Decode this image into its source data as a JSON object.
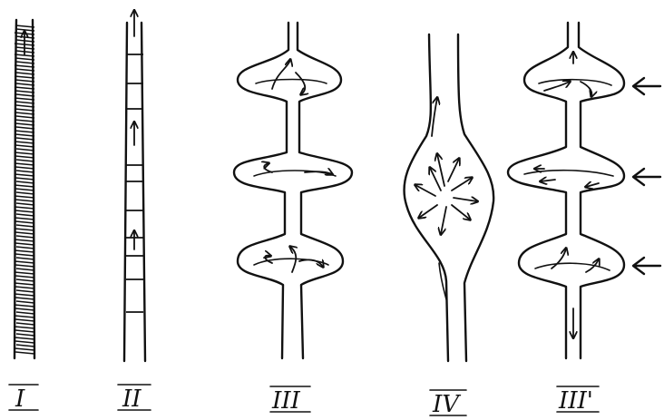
{
  "figure": {
    "stages": [
      {
        "id": "I",
        "label": "I"
      },
      {
        "id": "II",
        "label": "II"
      },
      {
        "id": "III",
        "label": "III"
      },
      {
        "id": "IV",
        "label": "IV"
      },
      {
        "id": "III-prime",
        "label": "III'"
      }
    ],
    "colors": {
      "ink": "#111111",
      "paper": "#ffffff"
    }
  }
}
